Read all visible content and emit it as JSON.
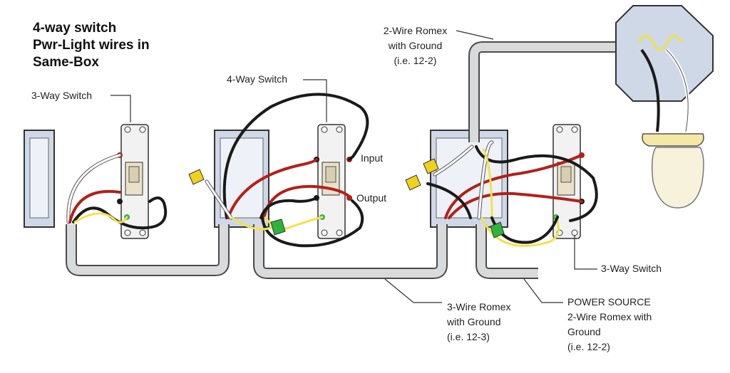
{
  "title": {
    "lines": [
      "4-way switch",
      "Pwr-Light wires in",
      "Same-Box"
    ]
  },
  "labels": {
    "three_way_left": "3-Way Switch",
    "four_way": "4-Way Switch",
    "input": "Input",
    "output": "Output",
    "romex_top": [
      "2-Wire Romex",
      "with Ground",
      "(i.e. 12-2)"
    ],
    "three_way_right": "3-Way Switch",
    "romex_bottom": [
      "3-Wire Romex",
      "with Ground",
      "(i.e. 12-3)"
    ],
    "power_source": [
      "POWER SOURCE",
      "2-Wire Romex with",
      "Ground",
      "(i.e. 12-2)"
    ]
  },
  "colors": {
    "cable": "#d9dadb",
    "cable_outline": "#4a4a4a",
    "box": "#cfd8e6",
    "hot_black": "#1a1a1a",
    "traveler_red": "#b3201b",
    "ground_bare": "#f2e24a",
    "wire_nut_yellow": "#f1d21a",
    "wire_nut_green": "#2db43a",
    "screw_green": "#3bb34a",
    "fixture_yellow": "#f5e8a6"
  }
}
